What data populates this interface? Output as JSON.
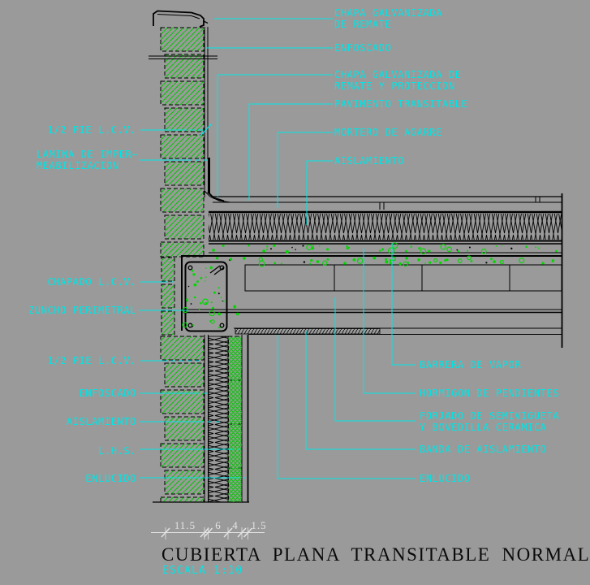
{
  "colors": {
    "background": "#9a9a9a",
    "label_cyan": "#00e6e6",
    "hatch_green": "#00c800",
    "speckle_green": "#00d800",
    "line_black": "#000000",
    "dimension_gray": "#e4e4e4",
    "title_black": "#0a0a0a"
  },
  "labels": {
    "right_top": [
      {
        "text": "CHAPA GALVANIZADA\nDE REMATE"
      },
      {
        "text": "ENFOSCADO"
      },
      {
        "text": "CHAPA GALVANIZADA DE\nREMATE Y PROTECCION"
      },
      {
        "text": "PAVIMENTO TRANSITABLE"
      },
      {
        "text": "MORTERO DE AGARRE"
      },
      {
        "text": "AISLAMIENTO"
      }
    ],
    "right_bottom": [
      {
        "text": "BARRERA DE VAPOR"
      },
      {
        "text": "HORMIGON DE PENDIENTES"
      },
      {
        "text": "FORJADO DE SEMIVIGUETA\nY BOVEDILLA CERAMICA"
      },
      {
        "text": "BANDA DE AISLAMIENTO"
      },
      {
        "text": "ENLUCIDO"
      }
    ],
    "left": [
      {
        "text": "1/2 PIE L.C.V."
      },
      {
        "text": "LAMINA DE IMPER—\nMEABILIZACION"
      },
      {
        "text": "CHAPADO L.C.V."
      },
      {
        "text": "ZUNCHO PERIMETRAL"
      },
      {
        "text": "1/2 PIE L.C.V."
      },
      {
        "text": "ENFOSCADO"
      },
      {
        "text": "AISLAMIENTO"
      },
      {
        "text": "L.H.S."
      },
      {
        "text": "ENLUCIDO"
      }
    ]
  },
  "dimension_strip": {
    "values": [
      "11.5",
      "6",
      "4",
      "1.5"
    ]
  },
  "title_block": {
    "title": "CUBIERTA PLANA TRANSITABLE NORMAL",
    "scale": "ESCALA 1:10"
  }
}
